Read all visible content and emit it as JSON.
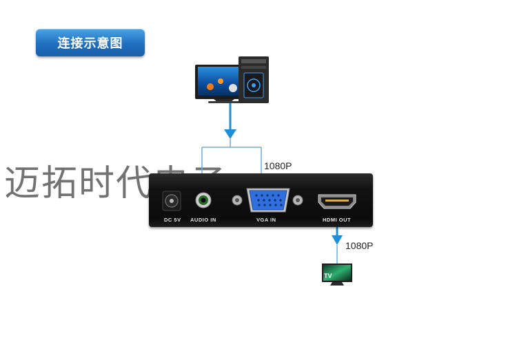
{
  "title": "连接示意图",
  "watermark": "迈拓时代电子",
  "signal_in_label": "1080P",
  "signal_out_label": "1080P",
  "device": {
    "ports": {
      "dc": "DC 5V",
      "audio": "AUDIO IN",
      "vga": "VGA IN",
      "hdmi": "HDMI OUT"
    }
  },
  "tv_badge": "TV",
  "colors": {
    "accent": "#1f6fc0",
    "arrow": "#1e8fd6",
    "line": "#6aaedc",
    "device_body": "#111111"
  }
}
